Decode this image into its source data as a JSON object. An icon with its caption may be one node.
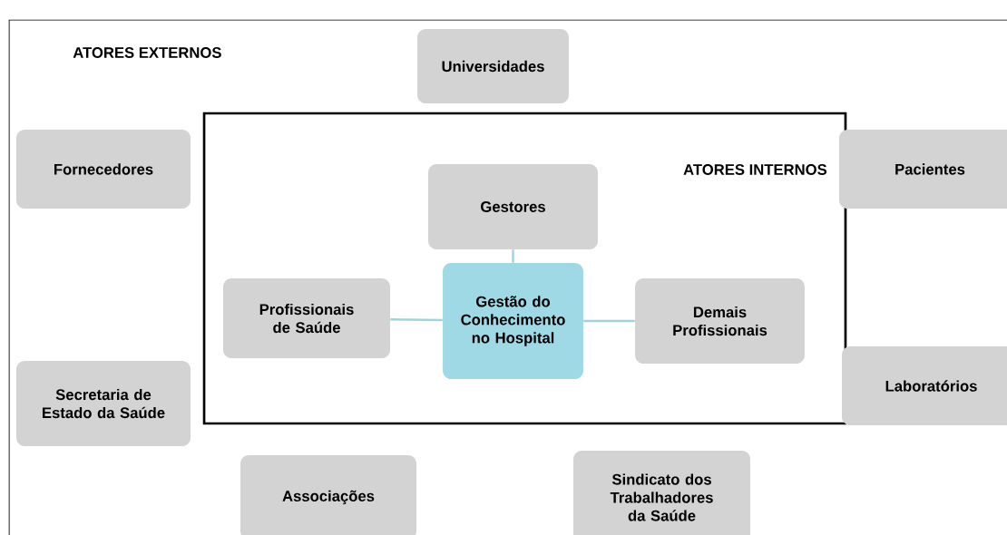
{
  "diagram": {
    "nodes": [
      {
        "text": [
          "ATORES EXTERNOS"
        ]
      },
      {
        "text": [
          "ATORES INTERNOS"
        ],
        "in": 0
      },
      {
        "text": [
          "Universidades"
        ],
        "in": 0
      },
      {
        "text": [
          "Fornecedores"
        ],
        "in": 0
      },
      {
        "text": [
          "Pacientes"
        ],
        "in": 0
      },
      {
        "text": [
          "Gestores"
        ],
        "in": 1
      },
      {
        "text": [
          "Profissionais de Saúde"
        ],
        "in": 1
      },
      {
        "text": [
          "Gestão do Conhecimento no Hospital"
        ],
        "in": 1
      },
      {
        "text": [
          "Demais Profissionais"
        ],
        "in": 1
      },
      {
        "text": [
          "Secretaria de Estado da Saúde"
        ],
        "in": 0
      },
      {
        "text": [
          "Laboratórios"
        ],
        "in": 0
      },
      {
        "text": [
          "Associações"
        ],
        "in": 0
      },
      {
        "text": [
          "Sindicato dos Trabalhadores da Saúde"
        ],
        "in": 0
      }
    ],
    "edges": [
      {
        "from": 7,
        "to": 5,
        "arrow": "none"
      },
      {
        "from": 7,
        "to": 6,
        "arrow": "none"
      },
      {
        "from": 7,
        "to": 8,
        "arrow": "none"
      }
    ]
  }
}
